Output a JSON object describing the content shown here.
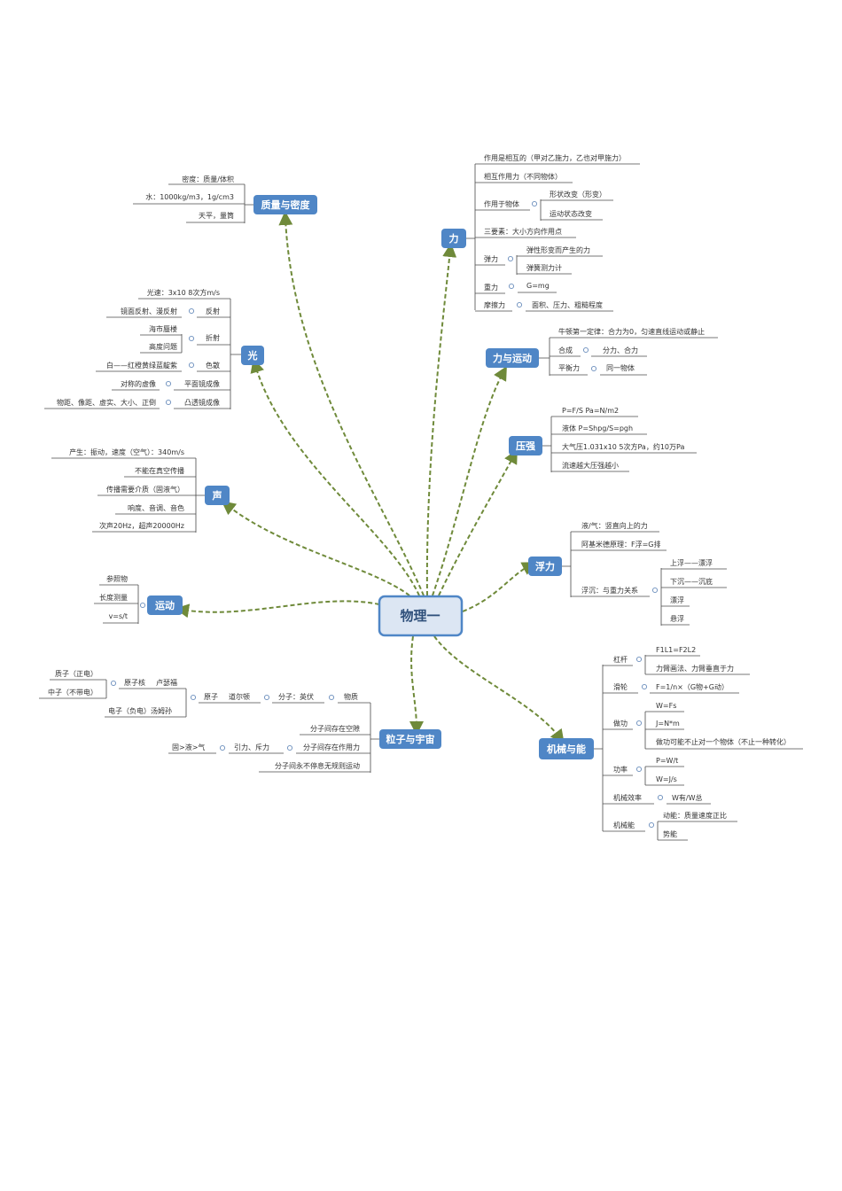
{
  "root": "物理一",
  "branches": {
    "density": {
      "title": "质量与密度",
      "items": [
        "密度：质量/体积",
        "水：1000kg/m3，1g/cm3",
        "天平，量筒"
      ]
    },
    "force": {
      "title": "力",
      "items": [
        "作用是相互的（甲对乙施力，乙也对甲施力）",
        "相互作用力（不同物体）",
        "作用于物体",
        "形状改变（形变）",
        "运动状态改变",
        "三要素：大小方向作用点",
        "弹力",
        "弹性形变而产生的力",
        "弹簧测力计",
        "重力",
        "G=mg",
        "摩擦力",
        "面积、压力、粗糙程度"
      ]
    },
    "light": {
      "title": "光",
      "items": [
        "光速：3x10 8次方m/s",
        "镜面反射、漫反射",
        "反射",
        "海市蜃楼",
        "高度问题",
        "折射",
        "白——红橙黄绿蓝靛紫",
        "色散",
        "对称的虚像",
        "平面镜成像",
        "物距、像距、虚实、大小、正倒",
        "凸透镜成像"
      ]
    },
    "motion_force": {
      "title": "力与运动",
      "items": [
        "牛顿第一定律：合力为0，匀速直线运动或静止",
        "合成",
        "分力、合力",
        "平衡力",
        "同一物体"
      ]
    },
    "pressure": {
      "title": "压强",
      "items": [
        "P=F/S      Pa=N/m2",
        "液体   P=Shpg/S=pgh",
        "大气压1.031x10 5次方Pa，约10万Pa",
        "流速越大压强越小"
      ]
    },
    "sound": {
      "title": "声",
      "items": [
        "产生：振动，速度（空气）：340m/s",
        "不能在真空传播",
        "传播需要介质（固液气）",
        "响度、音调、音色",
        "次声20Hz，超声20000Hz"
      ]
    },
    "buoyancy": {
      "title": "浮力",
      "items": [
        "液/气：竖直向上的力",
        "阿基米德原理：F浮=G排",
        "浮沉：与重力关系",
        "上浮——漂浮",
        "下沉——沉底",
        "漂浮",
        "悬浮"
      ]
    },
    "kinematics": {
      "title": "运动",
      "items": [
        "参照物",
        "长度测量",
        "v=s/t"
      ]
    },
    "particles": {
      "title": "粒子与宇宙",
      "items": [
        "质子（正电）",
        "中子（不带电）",
        "原子核",
        "卢瑟福",
        "电子（负电）汤姆孙",
        "原子",
        "道尔顿",
        "分子：英伏",
        "物质",
        "分子间存在空隙",
        "固>液>气",
        "引力、斥力",
        "分子间存在作用力",
        "分子间永不停息无规则运动"
      ]
    },
    "energy": {
      "title": "机械与能",
      "items": [
        "杠杆",
        "F1L1=F2L2",
        "力臂画法、力臂垂直于力",
        "滑轮",
        "F=1/n×（G物+G动）",
        "做功",
        "W=Fs",
        "J=N*m",
        "做功可能不止对一个物体（不止一种转化）",
        "功率",
        "P=W/t",
        "W=J/s",
        "机械效率",
        "W有/W总",
        "机械能",
        "动能：质量速度正比",
        "势能"
      ]
    }
  }
}
